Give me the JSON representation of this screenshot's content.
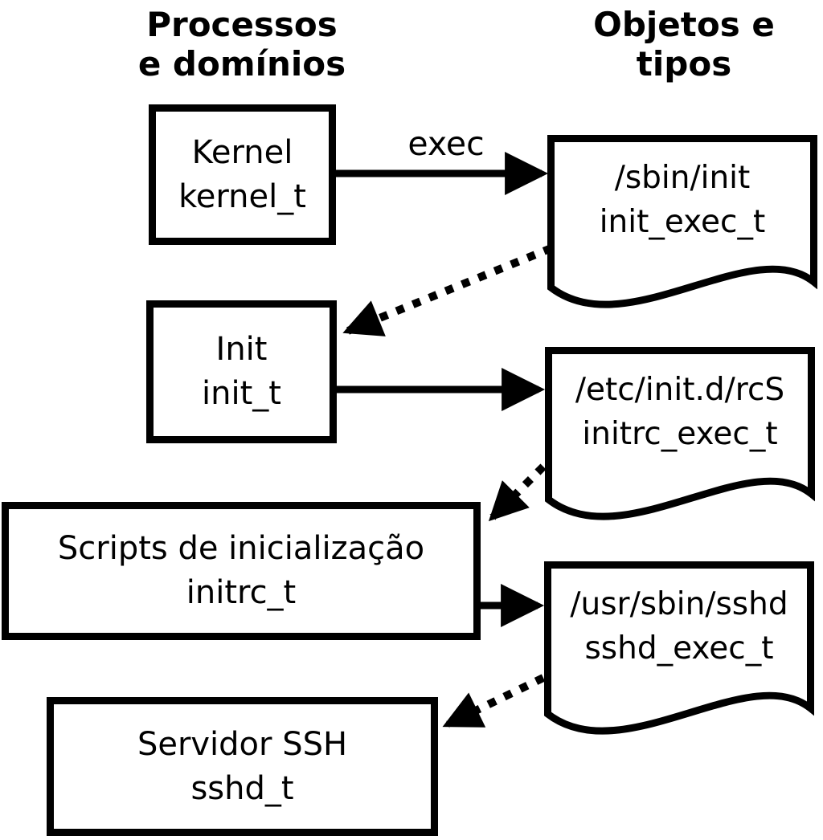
{
  "columns": {
    "left_header": {
      "line1": "Processos",
      "line2": "e domínios"
    },
    "right_header": {
      "line1": "Objetos e",
      "line2": "tipos"
    }
  },
  "processes": [
    {
      "label": "Kernel",
      "domain": "kernel_t"
    },
    {
      "label": "Init",
      "domain": "init_t"
    },
    {
      "label": "Scripts de inicialização",
      "domain": "initrc_t"
    },
    {
      "label": "Servidor SSH",
      "domain": "sshd_t"
    }
  ],
  "objects": [
    {
      "path": "/sbin/init",
      "type": "init_exec_t"
    },
    {
      "path": "/etc/init.d/rcS",
      "type": "initrc_exec_t"
    },
    {
      "path": "/usr/sbin/sshd",
      "type": "sshd_exec_t"
    }
  ],
  "arrows": {
    "exec_label": "exec",
    "edges": [
      {
        "from": "Kernel (kernel_t)",
        "to": "/sbin/init (init_exec_t)",
        "style": "solid",
        "label": "exec"
      },
      {
        "from": "/sbin/init (init_exec_t)",
        "to": "Init (init_t)",
        "style": "dotted",
        "label": ""
      },
      {
        "from": "Init (init_t)",
        "to": "/etc/init.d/rcS (initrc_exec_t)",
        "style": "solid",
        "label": ""
      },
      {
        "from": "/etc/init.d/rcS (initrc_exec_t)",
        "to": "Scripts de inicialização (initrc_t)",
        "style": "dotted",
        "label": ""
      },
      {
        "from": "Scripts de inicialização (initrc_t)",
        "to": "/usr/sbin/sshd (sshd_exec_t)",
        "style": "solid",
        "label": ""
      },
      {
        "from": "/usr/sbin/sshd (sshd_exec_t)",
        "to": "Servidor SSH (sshd_t)",
        "style": "dotted",
        "label": ""
      }
    ]
  },
  "colors": {
    "foreground": "#000000",
    "background": "#ffffff"
  }
}
